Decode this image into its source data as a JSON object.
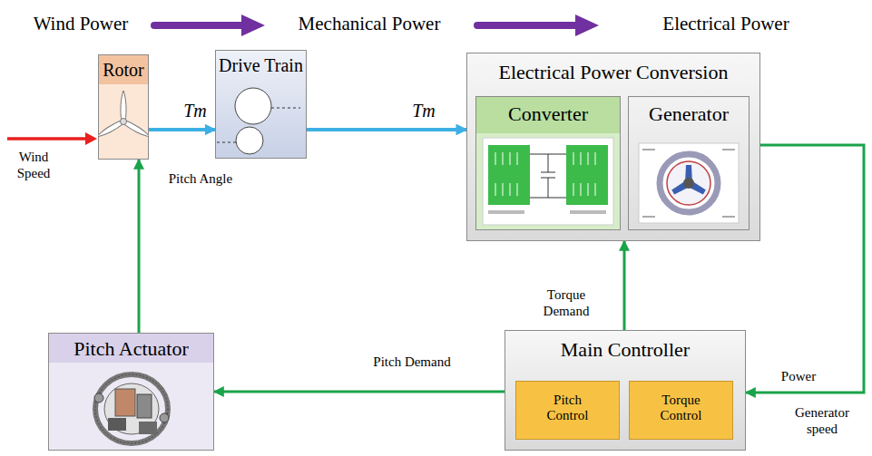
{
  "diagram": {
    "nodes": [
      {
        "text": [
          "Rotor"
        ]
      },
      {
        "text": [
          "Drive Train"
        ]
      },
      {
        "text": [
          "Electrical Power Conversion"
        ]
      },
      {
        "text": [
          "Converter"
        ],
        "in": 2
      },
      {
        "text": [
          "Generator"
        ],
        "in": 2
      },
      {
        "text": [
          "Pitch Actuator"
        ]
      },
      {
        "text": [
          "Main Controller"
        ]
      },
      {
        "text": [
          "Pitch Control"
        ],
        "in": 6
      },
      {
        "text": [
          "Torque Control"
        ],
        "in": 6
      }
    ],
    "edges": [
      {
        "from": 0,
        "to": 1,
        "label": "Tm",
        "arrow": "to"
      },
      {
        "from": 1,
        "to": 2,
        "label": "Tm",
        "arrow": "to"
      },
      {
        "from": 2,
        "to": 6,
        "label": "Power",
        "arrow": "to"
      },
      {
        "from": 6,
        "to": 2,
        "label": "Torque Demand",
        "arrow": "to"
      },
      {
        "from": 6,
        "to": 5,
        "label": "Pitch Demand",
        "arrow": "to"
      },
      {
        "from": 5,
        "to": 0,
        "label": "Pitch Angle",
        "arrow": "to"
      }
    ],
    "labels": [
      "Wind Power",
      "Mechanical Power",
      "Electrical Power",
      "Wind Speed",
      "Generator speed"
    ]
  }
}
